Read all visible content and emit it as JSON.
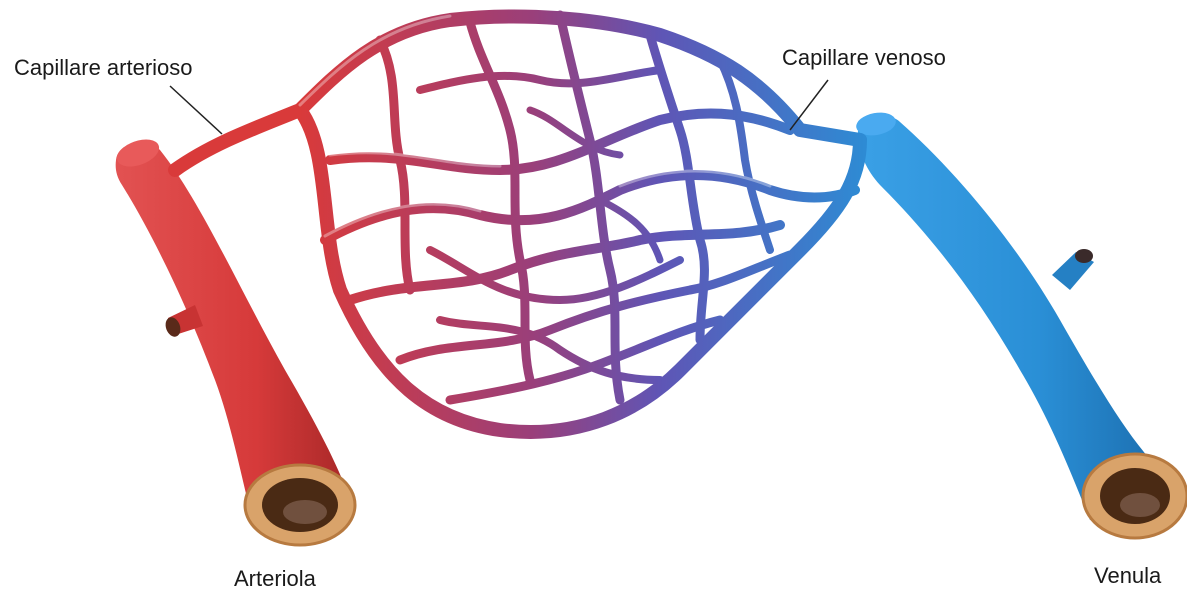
{
  "labels": {
    "capillare_arterioso": "Capillare arterioso",
    "capillare_venoso": "Capillare venoso",
    "arteriola": "Arteriola",
    "venula": "Venula"
  },
  "colors": {
    "arterial": "#d93a3a",
    "venous": "#2a8fd6",
    "mixed": "#7a3f95",
    "vessel_wall": "#d9a36a",
    "lumen": "#4a2a14"
  }
}
